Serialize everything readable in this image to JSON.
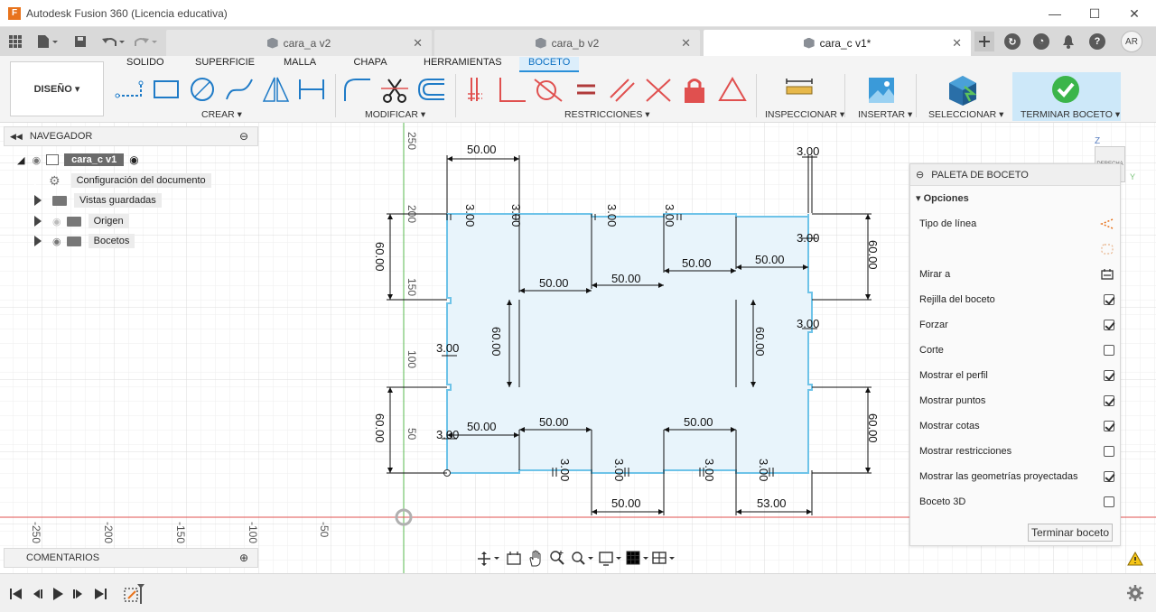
{
  "window": {
    "logo": "F",
    "title": "Autodesk Fusion 360 (Licencia educativa)",
    "min": "—",
    "max": "☐",
    "close": "✕"
  },
  "tabs": [
    {
      "label": "cara_a v2",
      "close": "✕"
    },
    {
      "label": "cara_b v2",
      "close": "✕"
    },
    {
      "label": "cara_c v1*",
      "close": "✕"
    }
  ],
  "user": {
    "initials": "AR"
  },
  "toolbar": {
    "design_label": "DISEÑO ▾",
    "workspace_tabs": [
      "SOLIDO",
      "SUPERFICIE",
      "MALLA",
      "CHAPA",
      "HERRAMIENTAS",
      "BOCETO"
    ],
    "groups": {
      "crear": "CREAR ▾",
      "modificar": "MODIFICAR ▾",
      "restricciones": "RESTRICCIONES ▾",
      "inspeccionar": "INSPECCIONAR ▾",
      "insertar": "INSERTAR ▾",
      "seleccionar": "SELECCIONAR ▾",
      "terminar": "TERMINAR BOCETO ▾"
    }
  },
  "navigator": {
    "title": "NAVEGADOR",
    "root": "cara_c v1",
    "items": [
      "Configuración del documento",
      "Vistas guardadas",
      "Origen",
      "Bocetos"
    ]
  },
  "comments": {
    "title": "COMENTARIOS"
  },
  "palette": {
    "title": "PALETA DE BOCETO",
    "section": "Opciones",
    "rows": [
      {
        "label": "Tipo de línea",
        "kind": "icon"
      },
      {
        "label": "",
        "kind": "icon2"
      },
      {
        "label": "Mirar a",
        "kind": "icon3"
      },
      {
        "label": "Rejilla del boceto",
        "checked": true
      },
      {
        "label": "Forzar",
        "checked": true
      },
      {
        "label": "Corte",
        "checked": false
      },
      {
        "label": "Mostrar el perfil",
        "checked": true
      },
      {
        "label": "Mostrar puntos",
        "checked": true
      },
      {
        "label": "Mostrar cotas",
        "checked": true
      },
      {
        "label": "Mostrar restricciones",
        "checked": false
      },
      {
        "label": "Mostrar las geometrías proyectadas",
        "checked": true
      },
      {
        "label": "Boceto 3D",
        "checked": false
      }
    ],
    "finish_button": "Terminar boceto"
  },
  "viewcube": {
    "label": "DERECHA",
    "axis_z": "Z",
    "axis_y": "Y"
  },
  "axis_labels": {
    "vertical": [
      "250",
      "200",
      "150",
      "100",
      "50"
    ],
    "horizontal": [
      "-250",
      "-200",
      "-150",
      "-100",
      "-50"
    ]
  },
  "dimensions": {
    "d_top_50": "50.00",
    "d_top_3": "3.00",
    "d_3_a": "3.00",
    "d_3_b": "3.00",
    "d_3_c": "3.00",
    "d_3_d": "3.00",
    "d_3_r1": "3.00",
    "d_3_r2": "3.00",
    "d_3_l1": "3.00",
    "d_3_l2": "3.00",
    "d_50_a": "50.00",
    "d_50_b": "50.00",
    "d_50_c": "50.00",
    "d_50_d": "50.00",
    "d_50_e": "50.00",
    "d_50_f": "50.00",
    "d_50_g": "50.00",
    "d_50_h": "50.00",
    "d_53": "53.00",
    "d_60_l1": "60.00",
    "d_60_l2": "60.00",
    "d_60_r1": "60.00",
    "d_60_r2": "60.00",
    "d_60_c1": "60.00",
    "d_60_c2": "60.00",
    "d_3_bot1": "3.00",
    "d_3_bot2": "3.00",
    "d_3_bot3": "3.00",
    "d_3_bot4": "3.00"
  },
  "colors": {
    "accent": "#0b6fc2",
    "sketch": "#6ec3e8",
    "profile": "#e8f4fb",
    "axis_red": "#e0504f",
    "axis_green": "#58b94f"
  }
}
